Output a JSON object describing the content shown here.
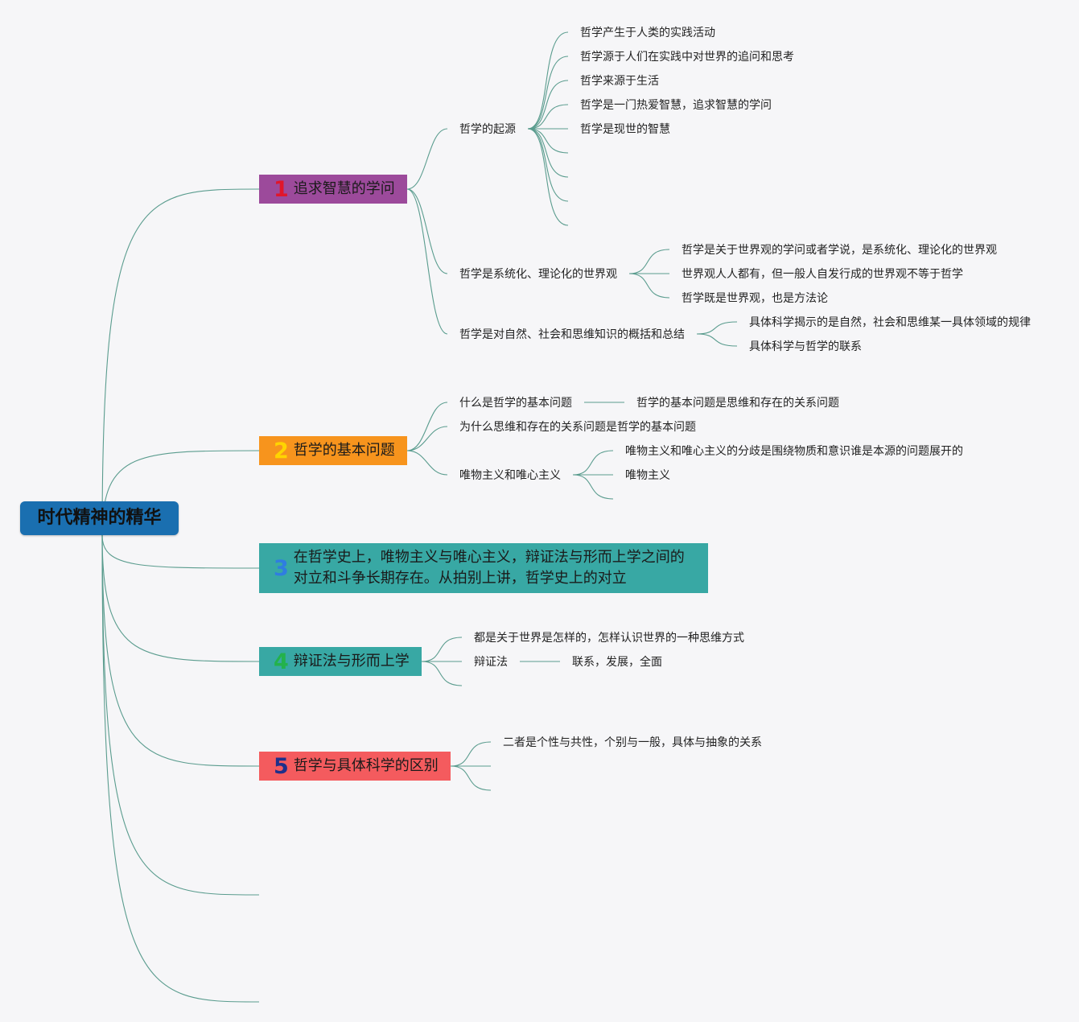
{
  "root": {
    "label": "时代精神的精华",
    "color": "#1a6fb0"
  },
  "branches": [
    {
      "number": "1",
      "label": "追求智慧的学问",
      "color": "#9c4a9b",
      "number_color": "#e0162b",
      "children": [
        {
          "label": "哲学的起源",
          "children": [
            "哲学产生于人类的实践活动",
            "哲学源于人们在实践中对世界的追问和思考",
            "哲学来源于生活",
            "哲学是一门热爱智慧，追求智慧的学问",
            "哲学是现世的智慧"
          ]
        },
        {
          "label": "哲学是系统化、理论化的世界观",
          "children": [
            "哲学是关于世界观的学问或者学说，是系统化、理论化的世界观",
            "世界观人人都有，但一般人自发行成的世界观不等于哲学",
            "哲学既是世界观，也是方法论"
          ]
        },
        {
          "label": "哲学是对自然、社会和思维知识的概括和总结",
          "children": [
            "具体科学揭示的是自然，社会和思维某一具体领域的规律",
            "具体科学与哲学的联系"
          ]
        }
      ]
    },
    {
      "number": "2",
      "label": "哲学的基本问题",
      "color": "#f7941d",
      "number_color": "#ffd400",
      "children": [
        {
          "label": "什么是哲学的基本问题",
          "children": [
            "哲学的基本问题是思维和存在的关系问题"
          ]
        },
        {
          "label": "为什么思维和存在的关系问题是哲学的基本问题",
          "children": []
        },
        {
          "label": "唯物主义和唯心主义",
          "children": [
            "唯物主义和唯心主义的分歧是围绕物质和意识谁是本源的问题展开的",
            "唯物主义"
          ]
        }
      ]
    },
    {
      "number": "3",
      "label": "在哲学史上，唯物主义与唯心主义，辩证法与形而上学之间的对立和斗争长期存在。从拍别上讲，哲学史上的对立",
      "label_line1": "在哲学史上，唯物主义与唯心主义，辩证法与形而上学之间的",
      "label_line2": "对立和斗争长期存在。从拍别上讲，哲学史上的对立",
      "color": "#38a8a4",
      "number_color": "#2f7de1",
      "children": []
    },
    {
      "number": "4",
      "label": "辩证法与形而上学",
      "color": "#38a8a4",
      "number_color": "#23b24b",
      "children": [
        {
          "label": "都是关于世界是怎样的，怎样认识世界的一种思维方式",
          "children": []
        },
        {
          "label": "辩证法",
          "children": [
            "联系，发展，全面"
          ]
        }
      ]
    },
    {
      "number": "5",
      "label": "哲学与具体科学的区别",
      "color": "#f45b5e",
      "number_color": "#1f2f8a",
      "children": [
        {
          "label": "二者是个性与共性，个别与一般，具体与抽象的关系",
          "children": []
        }
      ]
    }
  ],
  "link_color": "#5a9c8e"
}
